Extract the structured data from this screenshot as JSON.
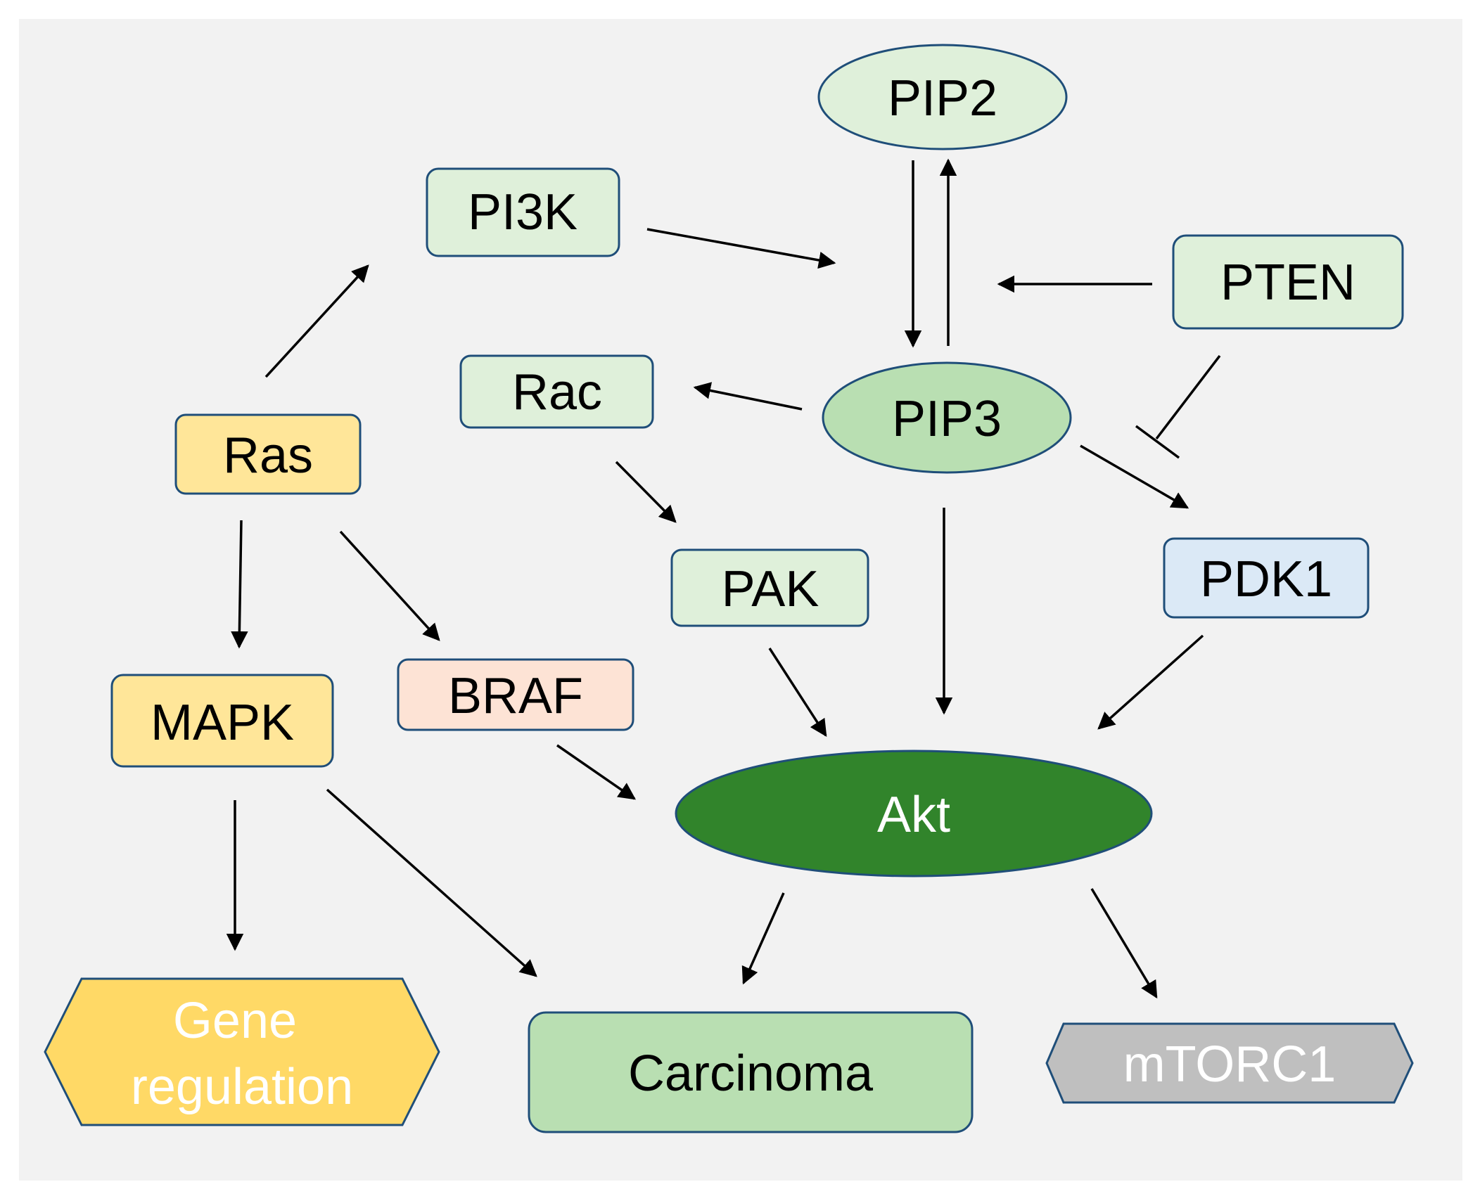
{
  "colors": {
    "background": "#f2f2f2",
    "border": "#1f4e79",
    "arrow": "#000000",
    "light_green": "#dff0da",
    "mid_green": "#b9dfb2",
    "dark_green": "#31842b",
    "yellow": "#ffe699",
    "gold": "#ffd966",
    "peach": "#fde3d5",
    "light_blue": "#dbe9f6",
    "gray": "#bfbfbf",
    "text_dark": "#000000",
    "text_light": "#ffffff"
  },
  "nodes": {
    "pip2": "PIP2",
    "pi3k": "PI3K",
    "pten": "PTEN",
    "rac": "Rac",
    "pip3": "PIP3",
    "ras": "Ras",
    "pak": "PAK",
    "pdk1": "PDK1",
    "mapk": "MAPK",
    "braf": "BRAF",
    "akt": "Akt",
    "gene_regulation_line1": "Gene",
    "gene_regulation_line2": "regulation",
    "carcinoma": "Carcinoma",
    "mtorc1": "mTORC1"
  }
}
